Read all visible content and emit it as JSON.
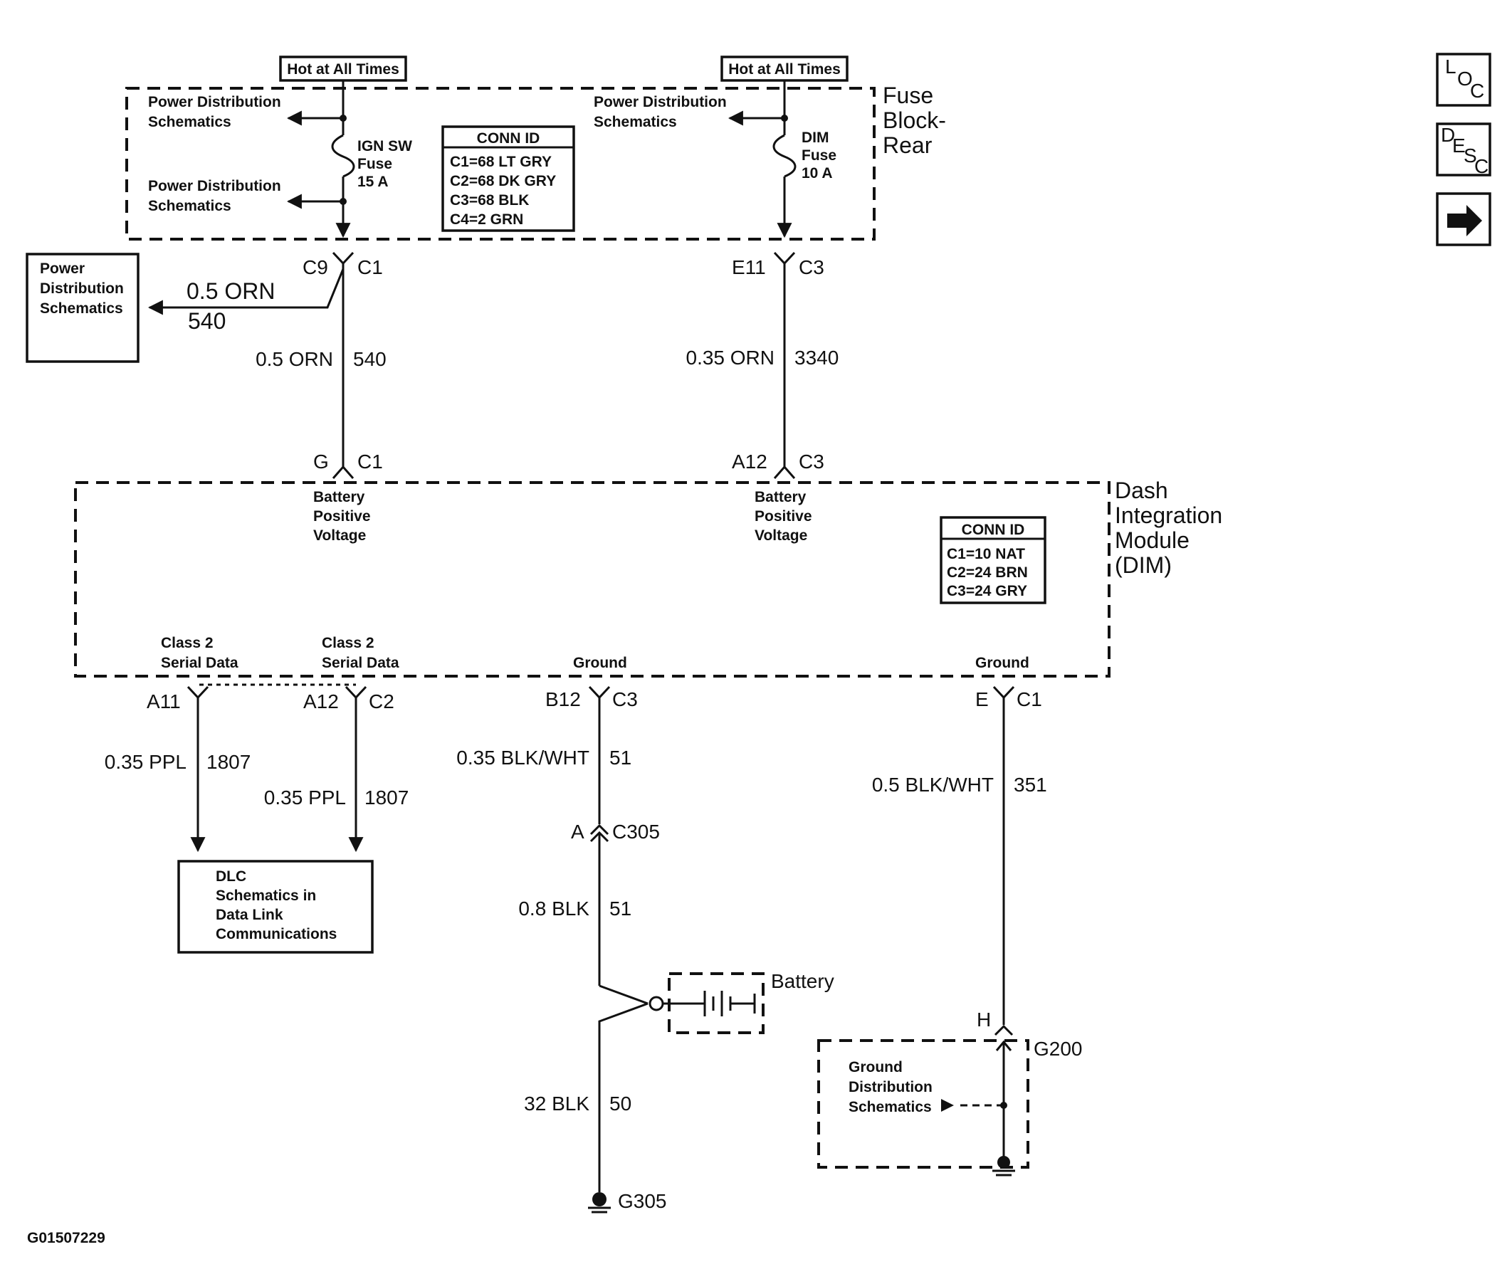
{
  "nav": {
    "loc_l": "L",
    "loc_o": "O",
    "loc_c": "C",
    "desc_d": "D",
    "desc_e": "E",
    "desc_s": "S",
    "desc_c": "C",
    "next_glyph": "➜"
  },
  "fuse_block": {
    "hot1": "Hot at All Times",
    "hot2": "Hot at All Times",
    "title1": "Fuse",
    "title2": "Block-",
    "title3": "Rear",
    "pd1a": "Power Distribution",
    "pd1b": "Schematics",
    "pd2a": "Power Distribution",
    "pd2b": "Schematics",
    "pd3a": "Power Distribution",
    "pd3b": "Schematics",
    "fuse1a": "IGN SW",
    "fuse1b": "Fuse",
    "fuse1c": "15 A",
    "fuse2a": "DIM",
    "fuse2b": "Fuse",
    "fuse2c": "10 A",
    "conn_title": "CONN ID",
    "conn1": "C1=68 LT GRY",
    "conn2": "C2=68 DK GRY",
    "conn3": "C3=68 BLK",
    "conn4": "C4=2 GRN"
  },
  "ext_pd": {
    "a": "Power",
    "b": "Distribution",
    "c": "Schematics"
  },
  "upper": {
    "c9": "C9",
    "c1a": "C1",
    "e11": "E11",
    "c3a": "C3",
    "w1a": "0.5 ORN",
    "w1b": "540",
    "w2a": "0.5 ORN",
    "w2b": "540",
    "w3a": "0.35 ORN",
    "w3b": "3340",
    "g": "G",
    "c1b": "C1",
    "a12": "A12",
    "c3b": "C3"
  },
  "dim": {
    "title1": "Dash",
    "title2": "Integration",
    "title3": "Module",
    "title4": "(DIM)",
    "bpv1a": "Battery",
    "bpv1b": "Positive",
    "bpv1c": "Voltage",
    "bpv2a": "Battery",
    "bpv2b": "Positive",
    "bpv2c": "Voltage",
    "conn_title": "CONN ID",
    "conn1": "C1=10 NAT",
    "conn2": "C2=24 BRN",
    "conn3": "C3=24 GRY",
    "sd1a": "Class 2",
    "sd1b": "Serial Data",
    "sd2a": "Class 2",
    "sd2b": "Serial Data",
    "gnd1": "Ground",
    "gnd2": "Ground"
  },
  "lower": {
    "a11": "A11",
    "a12": "A12",
    "c2": "C2",
    "b12": "B12",
    "c3": "C3",
    "e": "E",
    "c1": "C1",
    "w4a": "0.35 PPL",
    "w4b": "1807",
    "w5a": "0.35 PPL",
    "w5b": "1807",
    "w6a": "0.35 BLK/WHT",
    "w6b": "51",
    "w7a": "0.5 BLK/WHT",
    "w7b": "351",
    "a": "A",
    "c305": "C305",
    "w8a": "0.8 BLK",
    "w8b": "51",
    "battery": "Battery",
    "w9a": "32 BLK",
    "w9b": "50",
    "g305": "G305",
    "h": "H",
    "g200": "G200",
    "gd1": "Ground",
    "gd2": "Distribution",
    "gd3": "Schematics"
  },
  "dlc": {
    "a": "DLC",
    "b": "Schematics in",
    "c": "Data Link",
    "d": "Communications"
  },
  "figure_id": "G01507229"
}
